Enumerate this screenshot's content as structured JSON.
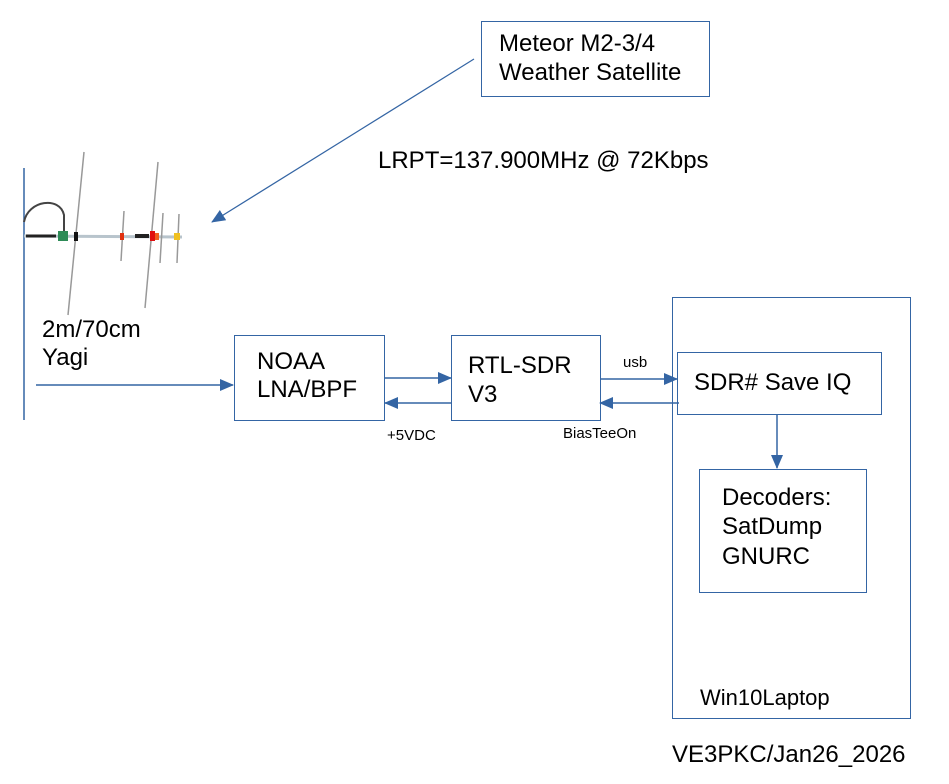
{
  "diagram": {
    "satellite": {
      "line1": "Meteor M2-3/4",
      "line2": "Weather Satellite"
    },
    "downlink_label": "LRPT=137.900MHz @ 72Kbps",
    "antenna": {
      "line1": "2m/70cm",
      "line2": "Yagi",
      "icon": "yagi-antenna"
    },
    "lna": {
      "line1": "NOAA",
      "line2": "LNA/BPF"
    },
    "sdr": {
      "line1": "RTL-SDR",
      "line2": "V3"
    },
    "laptop": {
      "label": "Win10Laptop",
      "sdrsharp": "SDR# Save IQ",
      "decoders": {
        "line1": "Decoders:",
        "line2": "SatDump",
        "line3": "GNURC"
      }
    },
    "links": {
      "power_label": "+5VDC",
      "usb_label": "usb",
      "biastee_label": "BiasTeeOn"
    },
    "credit": "VE3PKC/Jan26_2026",
    "colors": {
      "line": "#3465a4",
      "box_border": "#3465a4",
      "text": "#000000"
    }
  }
}
